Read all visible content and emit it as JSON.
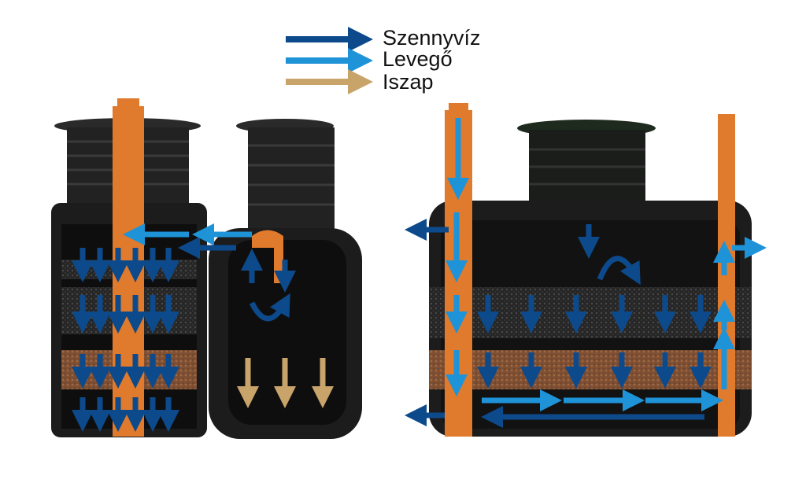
{
  "legend": {
    "items": [
      {
        "label": "Szennyvíz",
        "color": "#0d4a8c"
      },
      {
        "label": "Levegő",
        "color": "#1f93d8"
      },
      {
        "label": "Iszap",
        "color": "#c9a46a"
      }
    ]
  },
  "colors": {
    "tank": "#1c1c1c",
    "pipe": "#e07a2c",
    "media_dark": "#2b2b2b",
    "media_brown": "#8b5a3c"
  }
}
